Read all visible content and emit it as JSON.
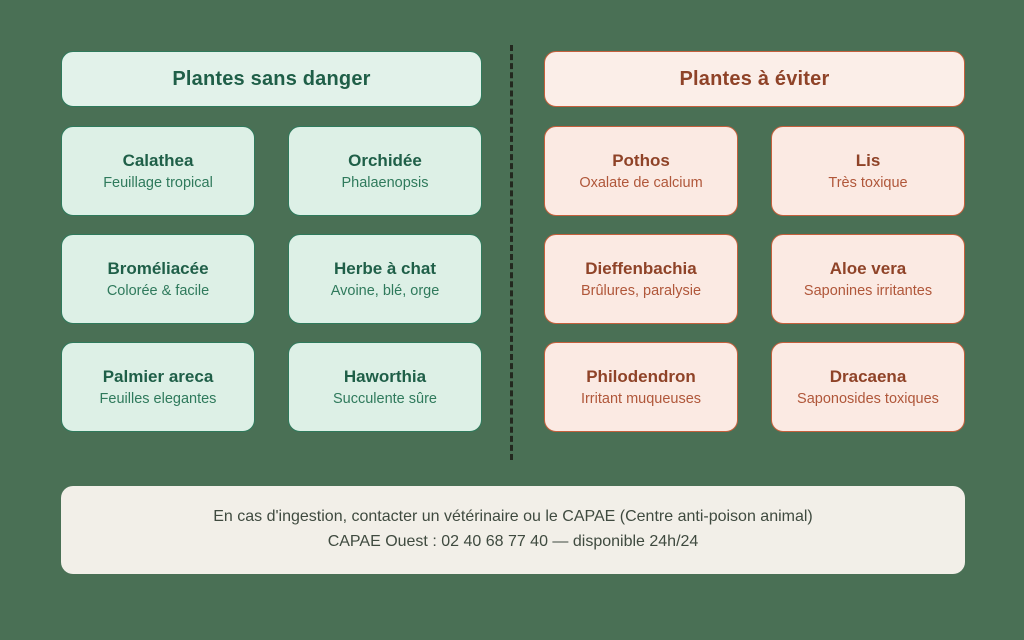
{
  "background_color": "#4a7055",
  "divider": {
    "style": "dashed",
    "color": "#23281f"
  },
  "panels": [
    {
      "key": "safe",
      "header": "Plantes sans danger",
      "accent_color": "#2f7a5c",
      "header_bg": "#e2f2ea",
      "card_bg": "#ddf0e6",
      "title_color": "#1f5f48",
      "cards": [
        {
          "name": "Calathea",
          "note": "Feuillage tropical"
        },
        {
          "name": "Orchidée",
          "note": "Phalaenopsis"
        },
        {
          "name": "Broméliacée",
          "note": "Colorée & facile"
        },
        {
          "name": "Herbe à chat",
          "note": "Avoine, blé, orge"
        },
        {
          "name": "Palmier areca",
          "note": "Feuilles elegantes"
        },
        {
          "name": "Haworthia",
          "note": "Succulente sûre"
        }
      ]
    },
    {
      "key": "avoid",
      "header": "Plantes à éviter",
      "accent_color": "#c4603c",
      "header_bg": "#fbeee8",
      "card_bg": "#fbeae3",
      "title_color": "#8f4328",
      "cards": [
        {
          "name": "Pothos",
          "note": "Oxalate de calcium"
        },
        {
          "name": "Lis",
          "note": "Très toxique"
        },
        {
          "name": "Dieffenbachia",
          "note": "Brûlures, paralysie"
        },
        {
          "name": "Aloe vera",
          "note": "Saponines irritantes"
        },
        {
          "name": "Philodendron",
          "note": "Irritant muqueuses"
        },
        {
          "name": "Dracaena",
          "note": "Saponosides toxiques"
        }
      ]
    }
  ],
  "footer": {
    "line1": "En cas d'ingestion, contacter un vétérinaire ou le CAPAE (Centre anti-poison animal)",
    "line2": "CAPAE Ouest : 02 40 68 77 40 — disponible 24h/24"
  }
}
